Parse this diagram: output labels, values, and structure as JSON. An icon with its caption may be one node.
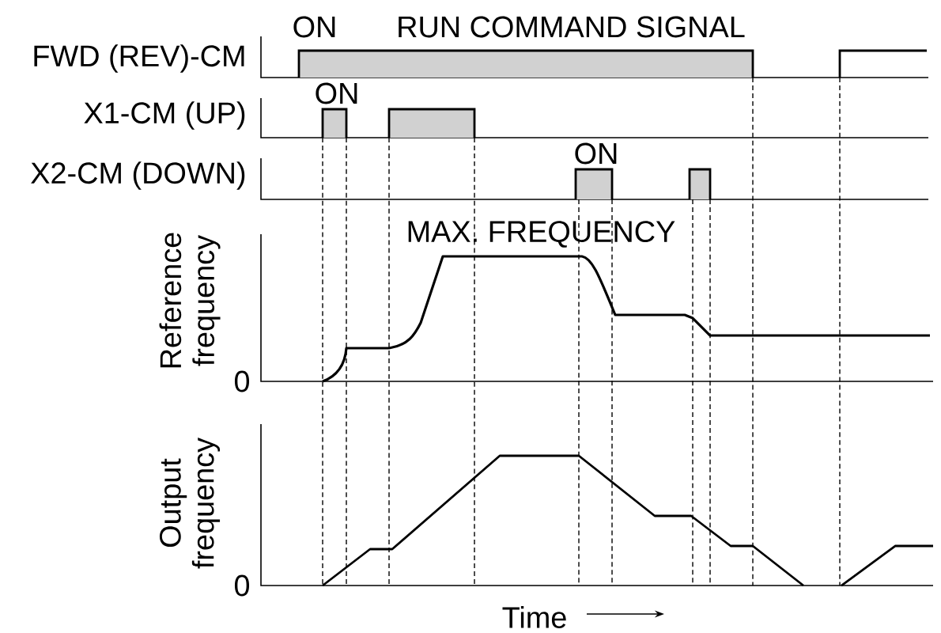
{
  "diagram": {
    "labels": [
      "ON",
      "RUN COMMAND SIGNAL",
      "FWD (REV)-CM",
      "ON",
      "X1-CM (UP)",
      "ON",
      "X2-CM (DOWN)",
      "MAX. FREQUENCY",
      "Reference frequency",
      "0",
      "Output frequency",
      "0",
      "Time"
    ]
  }
}
